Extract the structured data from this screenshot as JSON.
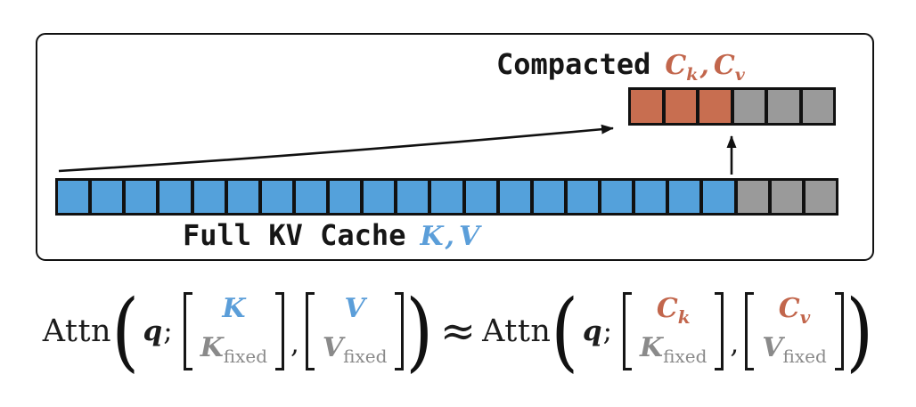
{
  "colors": {
    "cell_blue": "#54A1DB",
    "cell_orange": "#C86E50",
    "cell_gray": "#9A9A9A",
    "text_blue": "#5B9ED9",
    "text_orange": "#C2664C",
    "text_gray": "#8A8A8A",
    "line_black": "#111111"
  },
  "box": {
    "compacted_label": "Compacted",
    "compacted_math": {
      "base1": "C",
      "sub1": "k",
      "comma": ",",
      "base2": "C",
      "sub2": "v"
    },
    "full_label": "Full KV Cache",
    "full_math": {
      "base1": "K",
      "comma": ",",
      "base2": "V"
    },
    "compacted_bar": {
      "segments": [
        {
          "color": "cell_orange",
          "count": 3
        },
        {
          "color": "cell_gray",
          "count": 3
        }
      ]
    },
    "full_bar": {
      "segments": [
        {
          "color": "cell_blue",
          "count": 20
        },
        {
          "color": "cell_gray",
          "count": 3
        }
      ]
    }
  },
  "formula": {
    "attn": "Attn",
    "q": "q",
    "semicolon": ";",
    "comma": ",",
    "approx": "≈",
    "lparen": "(",
    "rparen": ")",
    "left": {
      "m1": {
        "top": "K",
        "top_sub": "",
        "bottom": "K",
        "bottom_sub": "fixed"
      },
      "m2": {
        "top": "V",
        "top_sub": "",
        "bottom": "V",
        "bottom_sub": "fixed"
      }
    },
    "right": {
      "m1": {
        "top": "C",
        "top_sub": "k",
        "bottom": "K",
        "bottom_sub": "fixed"
      },
      "m2": {
        "top": "C",
        "top_sub": "v",
        "bottom": "V",
        "bottom_sub": "fixed"
      }
    }
  }
}
